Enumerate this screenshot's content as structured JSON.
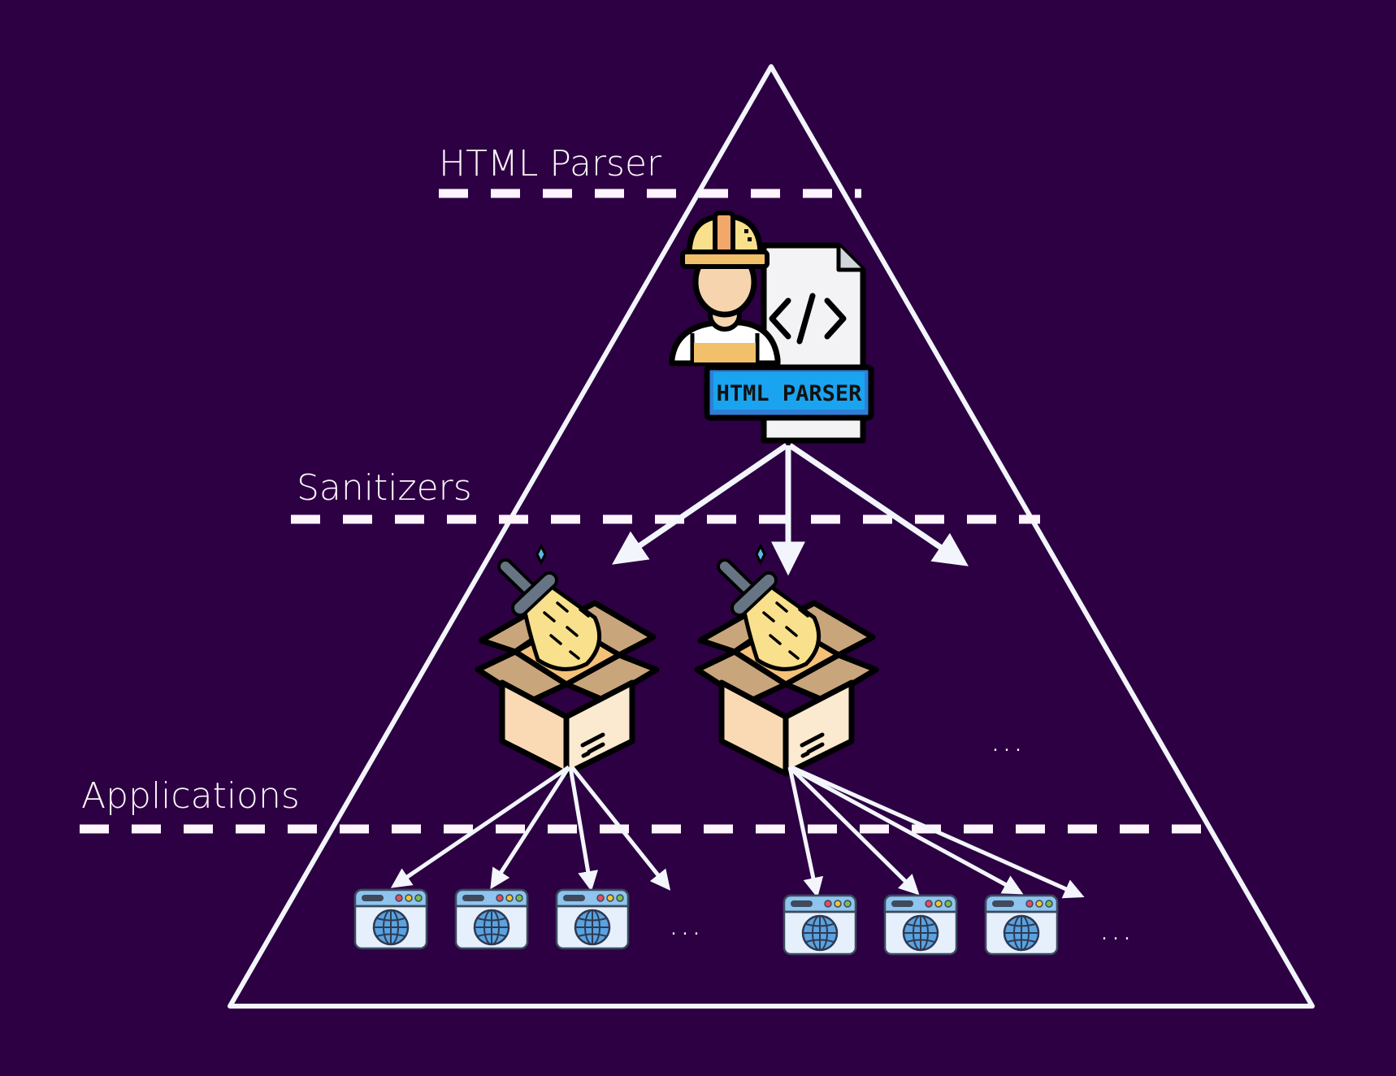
{
  "diagram": {
    "title": "HTML parser ecosystem pyramid",
    "background_color": "#2c0042",
    "line_color": "#f3f5fc",
    "layers": [
      {
        "id": "parser",
        "label": "HTML Parser"
      },
      {
        "id": "sanitizers",
        "label": "Sanitizers"
      },
      {
        "id": "applications",
        "label": "Applications"
      }
    ],
    "nodes": {
      "parser": {
        "icon": "html-parser-worker-icon",
        "badge_text": "HTML PARSER",
        "code_glyph": "</>"
      },
      "sanitizers": [
        {
          "icon": "broom-in-box-icon"
        },
        {
          "icon": "broom-in-box-icon"
        }
      ],
      "sanitizer_more": "...",
      "applications": [
        {
          "group": 1,
          "apps": [
            {
              "icon": "browser-globe-icon"
            },
            {
              "icon": "browser-globe-icon"
            },
            {
              "icon": "browser-globe-icon"
            }
          ],
          "more": "..."
        },
        {
          "group": 2,
          "apps": [
            {
              "icon": "browser-globe-icon"
            },
            {
              "icon": "browser-globe-icon"
            },
            {
              "icon": "browser-globe-icon"
            }
          ],
          "more": "..."
        }
      ]
    },
    "edges": [
      {
        "from": "parser",
        "to": "sanitizer-1"
      },
      {
        "from": "parser",
        "to": "sanitizer-2"
      },
      {
        "from": "parser",
        "to": "sanitizer-more"
      },
      {
        "from": "sanitizer-1",
        "to": "app-1-1"
      },
      {
        "from": "sanitizer-1",
        "to": "app-1-2"
      },
      {
        "from": "sanitizer-1",
        "to": "app-1-3"
      },
      {
        "from": "sanitizer-1",
        "to": "app-1-more"
      },
      {
        "from": "sanitizer-2",
        "to": "app-2-1"
      },
      {
        "from": "sanitizer-2",
        "to": "app-2-2"
      },
      {
        "from": "sanitizer-2",
        "to": "app-2-3"
      },
      {
        "from": "sanitizer-2",
        "to": "app-2-more"
      }
    ]
  }
}
